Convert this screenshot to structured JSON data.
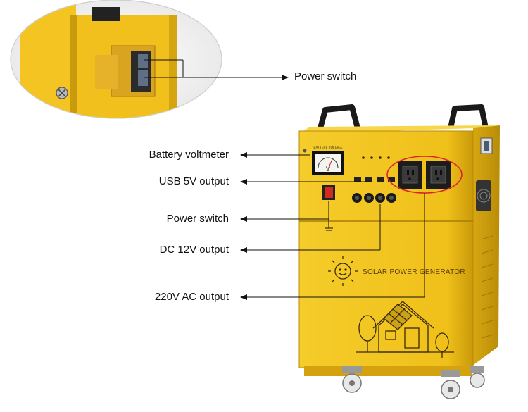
{
  "callouts": {
    "power_switch_top": "Power switch",
    "battery_voltmeter": "Battery voltmeter",
    "usb_output": "USB 5V output",
    "power_switch": "Power switch",
    "dc_output": "DC 12V output",
    "ac_output": "220V AC output"
  },
  "device": {
    "brand_text": "SOLAR POWER GENERATOR",
    "voltmeter_caption": "BATTERY VOLTAGE",
    "voltmeter_unit": "V"
  },
  "colors": {
    "body": "#f2c31b",
    "body_shadow": "#c99a0a",
    "socket": "#1c1c1c",
    "highlight_ring": "#d9262c",
    "switch_red": "#d12a1e"
  }
}
